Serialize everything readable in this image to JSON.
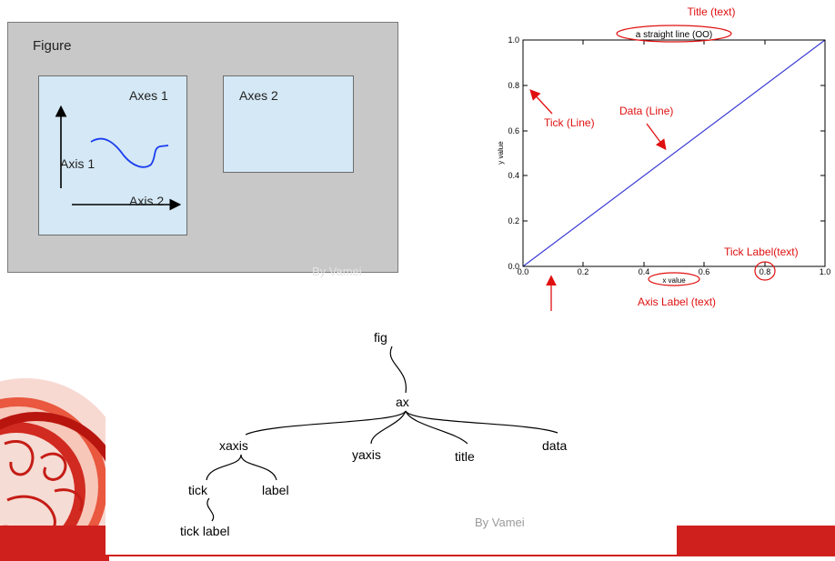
{
  "figure_diagram": {
    "figure_label": "Figure",
    "axes_1_label": "Axes 1",
    "axes_2_label": "Axes 2",
    "axis_1_label": "Axis 1",
    "axis_2_label": "Axis 2",
    "watermark": "By Vamei"
  },
  "anatomy_plot": {
    "title": "a straight line (OO)",
    "xlabel": "x value",
    "ylabel": "y value",
    "x_ticks": [
      "0.0",
      "0.2",
      "0.4",
      "0.6",
      "0.8",
      "1.0"
    ],
    "y_ticks": [
      "0.0",
      "0.2",
      "0.4",
      "0.6",
      "0.8",
      "1.0"
    ],
    "annotations": {
      "title": "Title (text)",
      "tick": "Tick (Line)",
      "data": "Data (Line)",
      "tick_label": "Tick Label(text)",
      "axis_label": "Axis Label (text)"
    },
    "colors": {
      "line": "#3b3bd6",
      "annotation": "#e01010"
    }
  },
  "tree": {
    "root": "fig",
    "ax": "ax",
    "xaxis": "xaxis",
    "yaxis": "yaxis",
    "title": "title",
    "data": "data",
    "tick": "tick",
    "label": "label",
    "tick_label": "tick label",
    "watermark": "By Vamei"
  },
  "colors": {
    "figure_bg": "#c8c8c8",
    "axes_bg": "#d4e8f5",
    "curve": "#1a3cf0",
    "brand_red": "#d0201e"
  }
}
